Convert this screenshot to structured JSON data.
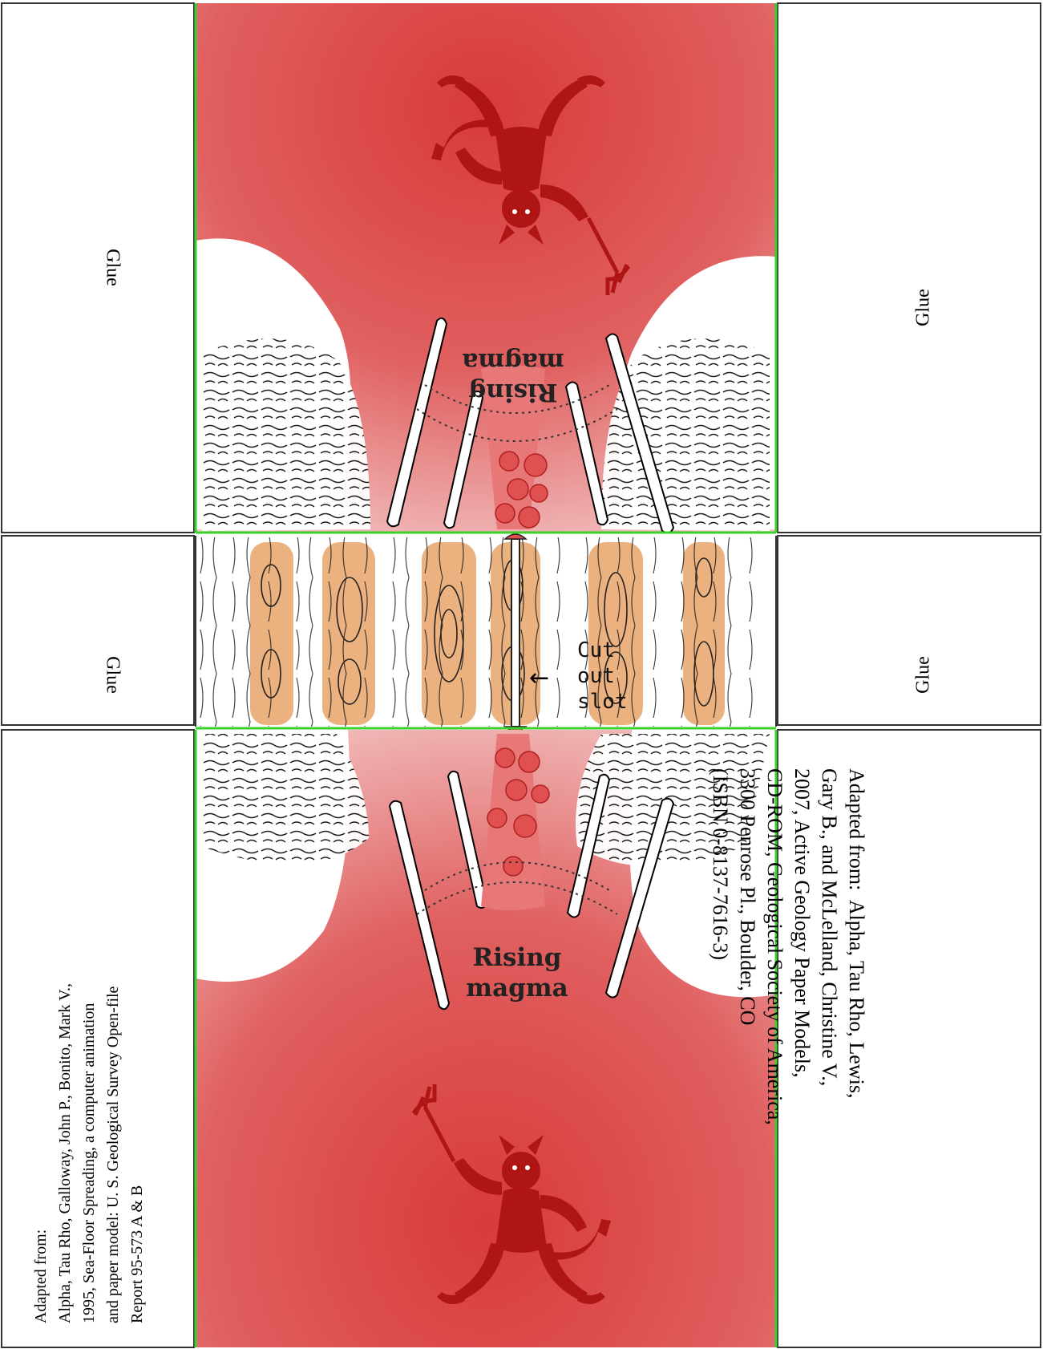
{
  "glue_labels": {
    "top_left": "Glue",
    "top_right": "Glue",
    "mid_left": "Glue",
    "mid_right": "Glue"
  },
  "magma": {
    "top": "Rising\nmagma",
    "bottom": "Rising\nmagma"
  },
  "slot_label": "Cut\nout\nslot",
  "slot_arrow": "←",
  "citation_right": "Adapted from:  Alpha, Tau Rho, Lewis,\nGary B., and McLelland, Christine V.,\n2007, Active Geology Paper Models,\nCD-ROM, Geological Society of America,\n3300 Penrose Pl., Boulder, CO\n(ISBN 0-8137-7616-3)",
  "citation_left": "Adapted from:\nAlpha, Tau Rho, Galloway, John P., Bonito, Mark V.,\n1995, Sea-Floor Spreading, a computer animation\nand paper model: U. S. Geological Survey Open-file\nReport 95-573 A & B",
  "colors": {
    "magma": "#d83a3a",
    "devil": "#b01515",
    "fold_line": "#3ad12a",
    "crust_orange": "#e8a468"
  },
  "icons": [
    "devil-icon",
    "pitchfork-icon",
    "arrow-left-icon"
  ]
}
